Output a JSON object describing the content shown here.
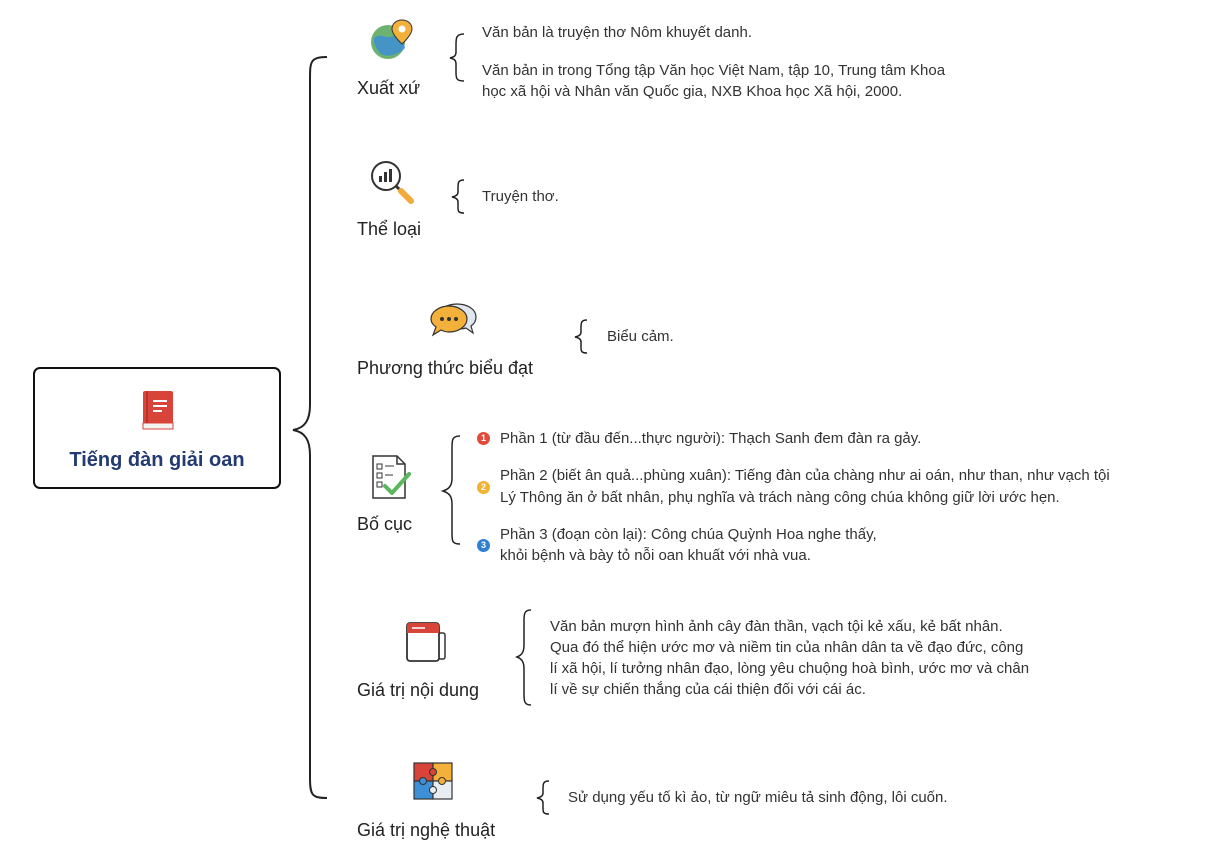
{
  "root": {
    "title": "Tiếng đàn giải oan",
    "icon": "book-icon"
  },
  "branches": [
    {
      "title": "Xuất xứ",
      "icon": "globe-pin-icon",
      "items": [
        "Văn bản là truyện thơ Nôm khuyết danh.",
        "Văn bản in trong Tổng tập Văn học Việt Nam, tập 10, Trung tâm Khoa",
        "học xã hội và Nhân văn Quốc gia, NXB Khoa học Xã hội, 2000."
      ]
    },
    {
      "title": "Thể loại",
      "icon": "magnifier-chart-icon",
      "items": [
        "Truyện thơ."
      ]
    },
    {
      "title": "Phương thức biểu đạt",
      "icon": "speech-bubbles-icon",
      "items": [
        "Biểu cảm."
      ]
    },
    {
      "title": "Bố cục",
      "icon": "checklist-icon",
      "parts": [
        {
          "number": "1",
          "color": "#e04b3c",
          "lines": [
            "Phần 1 (từ đầu đến...thực người): Thạch Sanh đem đàn ra gảy."
          ]
        },
        {
          "number": "2",
          "color": "#f2b233",
          "lines": [
            "Phần 2 (biết ân quả...phùng xuân): Tiếng đàn của chàng như ai oán, như than, như vạch tội",
            "Lý Thông ăn ở bất nhân, phụ nghĩa và trách nàng công chúa không giữ lời ước hẹn."
          ]
        },
        {
          "number": "3",
          "color": "#2f80d1",
          "lines": [
            "Phần 3 (đoạn còn lại): Công chúa Quỳnh Hoa nghe thấy,",
            "khỏi bệnh và bày tỏ nỗi oan khuất với nhà vua."
          ]
        }
      ]
    },
    {
      "title": "Giá trị nội dung",
      "icon": "notebook-icon",
      "items": [
        "Văn bản mượn hình ảnh cây đàn thần, vạch tội kẻ xấu, kẻ bất nhân.",
        "Qua đó thể hiện ước mơ và niềm tin của nhân dân ta về đạo đức, công",
        "lí xã hội, lí tưởng nhân đạo, lòng yêu chuộng hoà bình, ước mơ và chân",
        "lí về sự chiến thắng của cái thiện đối với cái ác."
      ]
    },
    {
      "title": "Giá trị nghệ thuật",
      "icon": "puzzle-icon",
      "items": [
        "Sử dụng yếu tố kì ảo, từ ngữ miêu tả sinh động, lôi cuốn."
      ]
    }
  ]
}
